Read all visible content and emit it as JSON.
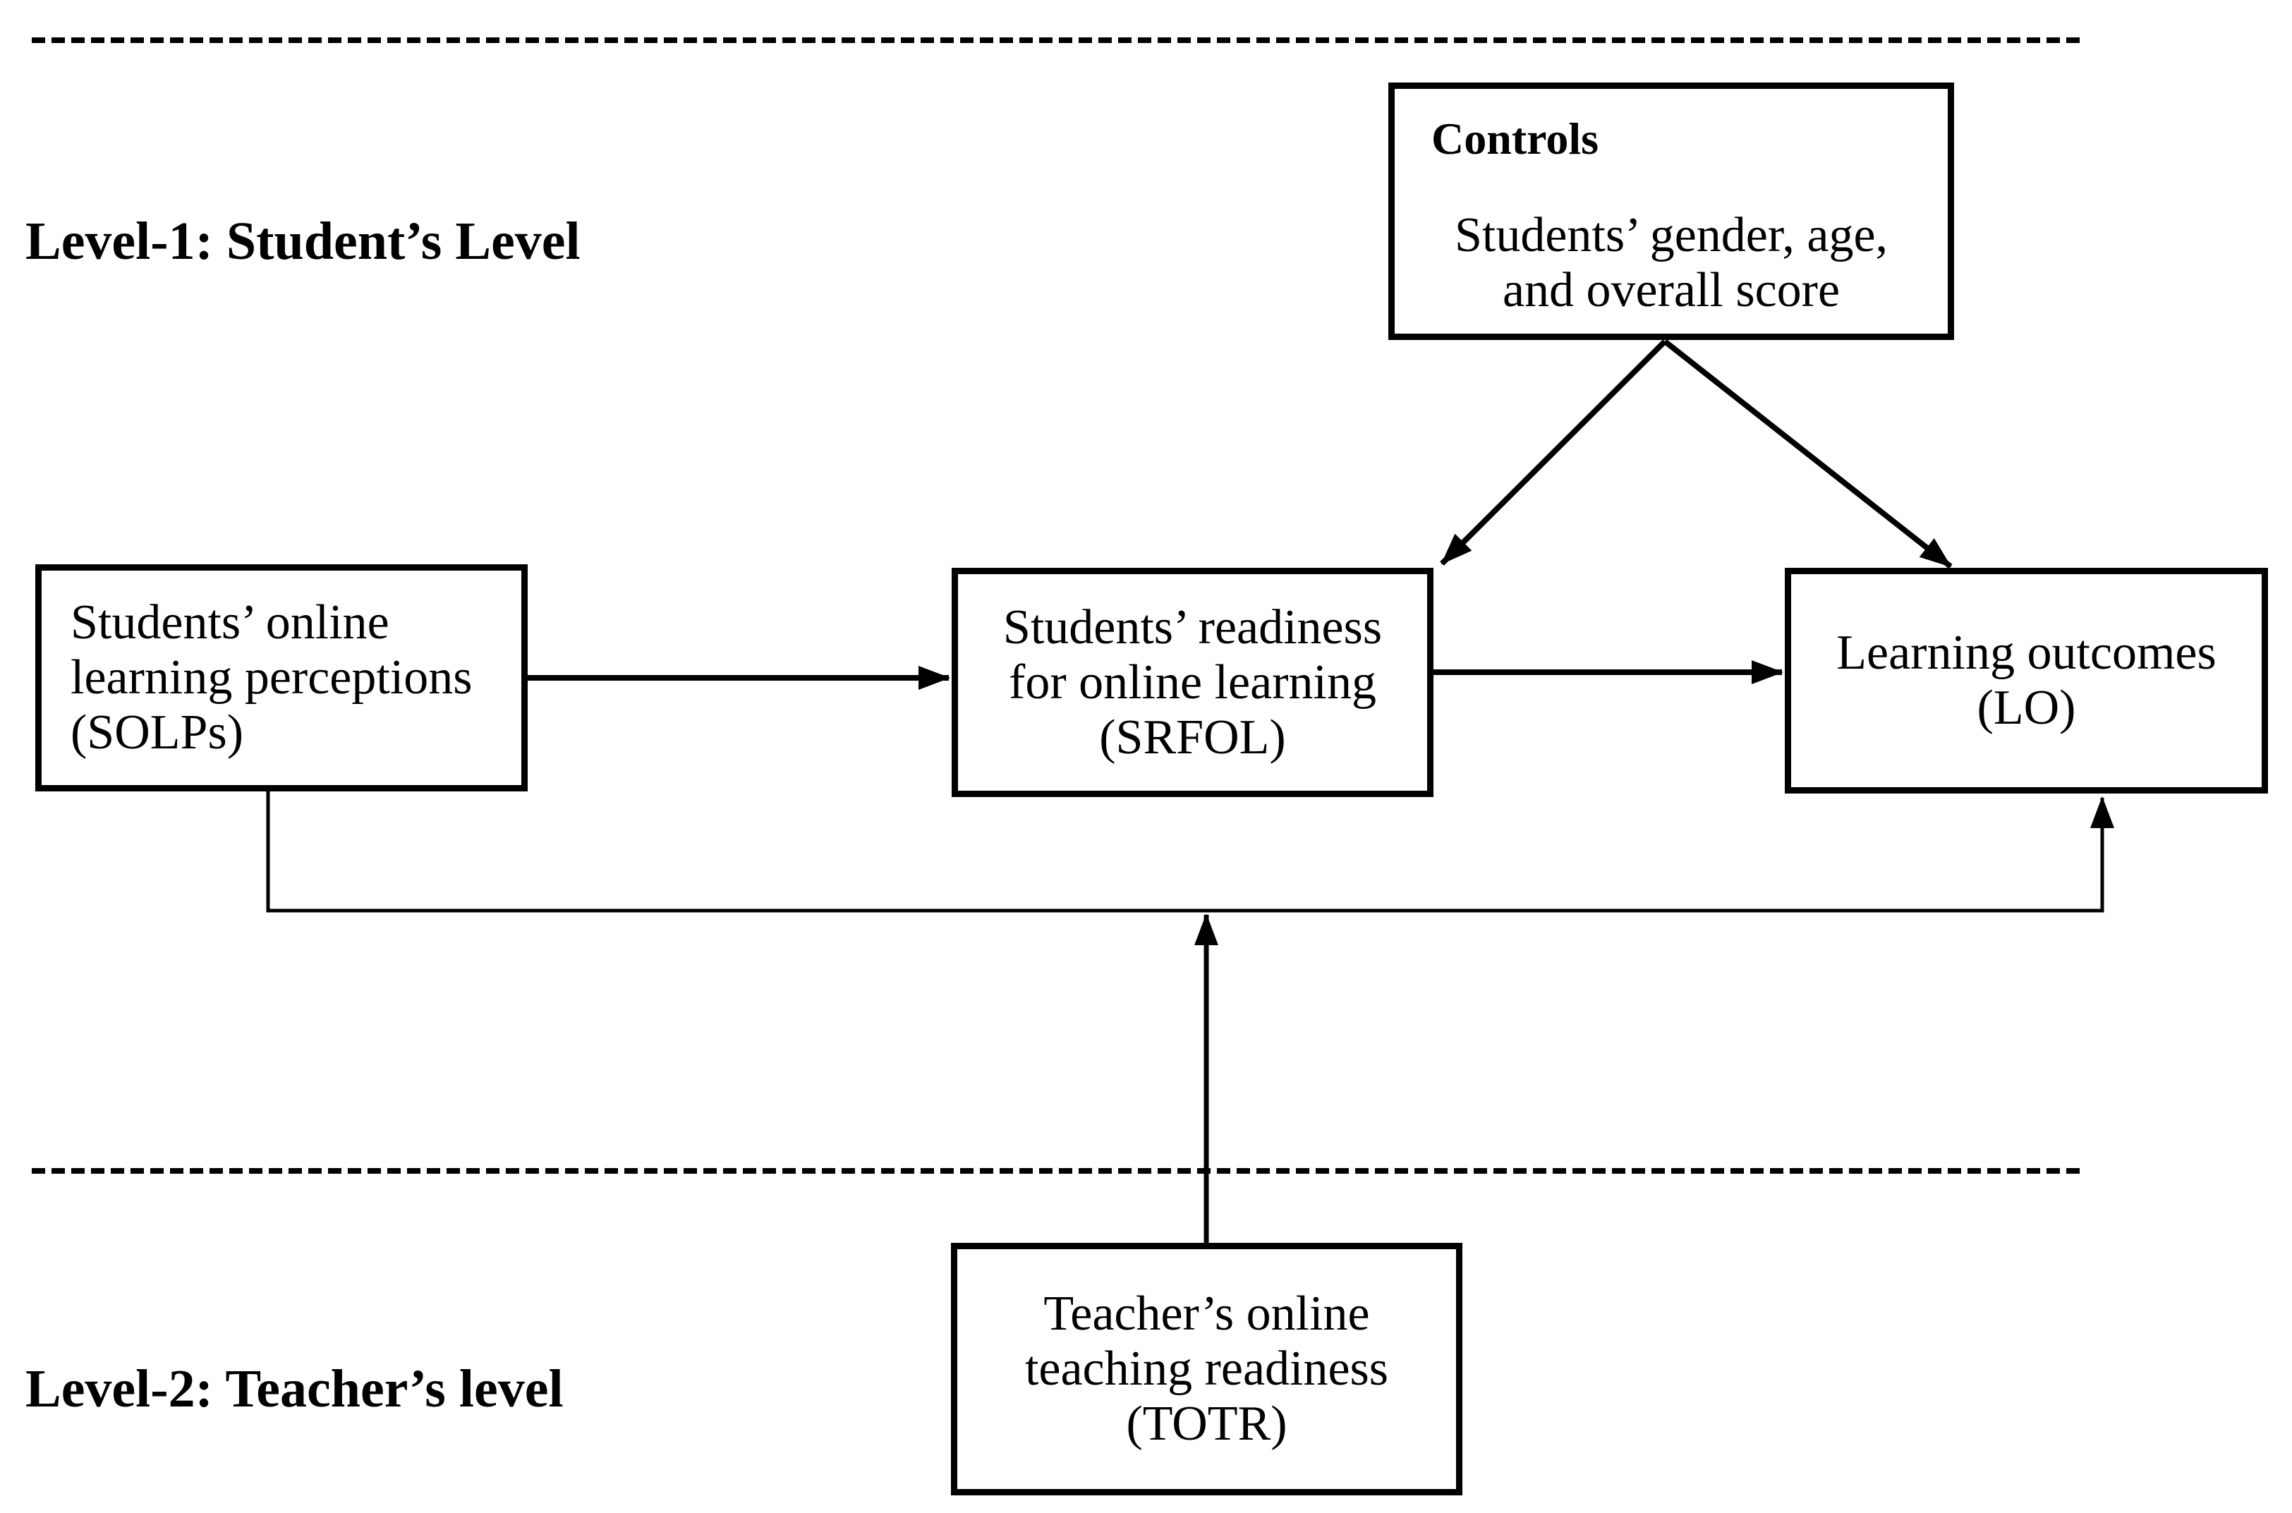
{
  "figure": {
    "level1_label": "Level-1: Student’s Level",
    "level2_label": "Level-2: Teacher’s level",
    "boxes": {
      "controls": {
        "title": "Controls",
        "body": "Students’ gender, age,\nand overall score"
      },
      "solps": {
        "text": "Students’ online\nlearning perceptions\n(SOLPs)"
      },
      "srfol": {
        "text": "Students’ readiness\nfor online learning\n(SRFOL)"
      },
      "lo": {
        "text": "Learning outcomes\n(LO)"
      },
      "totr": {
        "text": "Teacher’s online\nteaching readiness\n(TOTR)"
      }
    },
    "connectors": [
      {
        "from": "solps",
        "to": "srfol",
        "shape": "straight-arrow"
      },
      {
        "from": "srfol",
        "to": "lo",
        "shape": "straight-arrow"
      },
      {
        "from": "controls",
        "to": "srfol",
        "shape": "diagonal-arrow"
      },
      {
        "from": "controls",
        "to": "lo",
        "shape": "diagonal-arrow"
      },
      {
        "from": "solps",
        "to": "lo",
        "shape": "bottom-elbow-arrow"
      },
      {
        "from": "totr",
        "to": "level1-boundary",
        "shape": "vertical-arrow"
      }
    ],
    "dividers": [
      {
        "name": "top-dashed-divider"
      },
      {
        "name": "level-dashed-divider"
      }
    ],
    "colors": {
      "ink": "#000000",
      "background": "#ffffff"
    }
  }
}
